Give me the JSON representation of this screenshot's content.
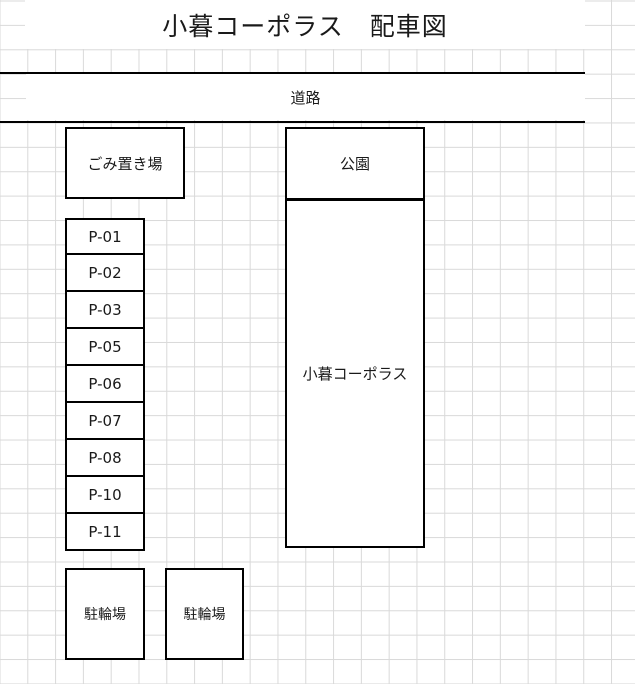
{
  "document": {
    "title": "小暮コーポラス　配車図"
  },
  "road": {
    "label": "道路"
  },
  "facilities": {
    "garbage_area": "ごみ置き場",
    "park": "公園",
    "building": "小暮コーポラス",
    "bicycle_parking_1": "駐輪場",
    "bicycle_parking_2": "駐輪場"
  },
  "parking_stalls": [
    {
      "label": "P-01"
    },
    {
      "label": "P-02"
    },
    {
      "label": "P-03"
    },
    {
      "label": "P-05"
    },
    {
      "label": "P-06"
    },
    {
      "label": "P-07"
    },
    {
      "label": "P-08"
    },
    {
      "label": "P-10"
    },
    {
      "label": "P-11"
    }
  ],
  "colors": {
    "grid_line": "#d9d9d9",
    "outline": "#000000",
    "text": "#1a1a1a",
    "background": "#ffffff"
  }
}
